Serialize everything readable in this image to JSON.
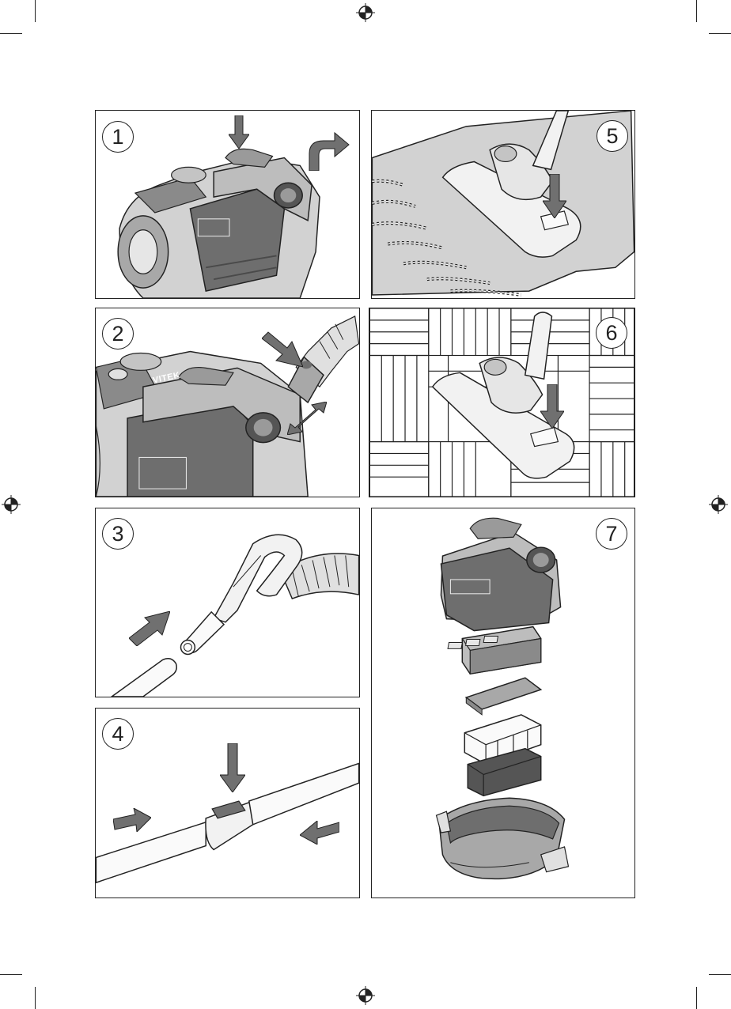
{
  "panels": [
    {
      "number": "1",
      "brand": ""
    },
    {
      "number": "2",
      "brand": "VITEK"
    },
    {
      "number": "3",
      "brand": ""
    },
    {
      "number": "4",
      "brand": ""
    },
    {
      "number": "5",
      "brand": ""
    },
    {
      "number": "6",
      "brand": ""
    },
    {
      "number": "7",
      "brand": ""
    }
  ],
  "colors": {
    "line": "#222222",
    "dark_gray": "#6e6e6e",
    "mid_gray": "#a8a8a8",
    "light_gray": "#d2d2d2",
    "arrow": "#707070"
  },
  "icons": [
    "registration-mark-icon",
    "crop-mark-icon",
    "arrow-icon"
  ]
}
